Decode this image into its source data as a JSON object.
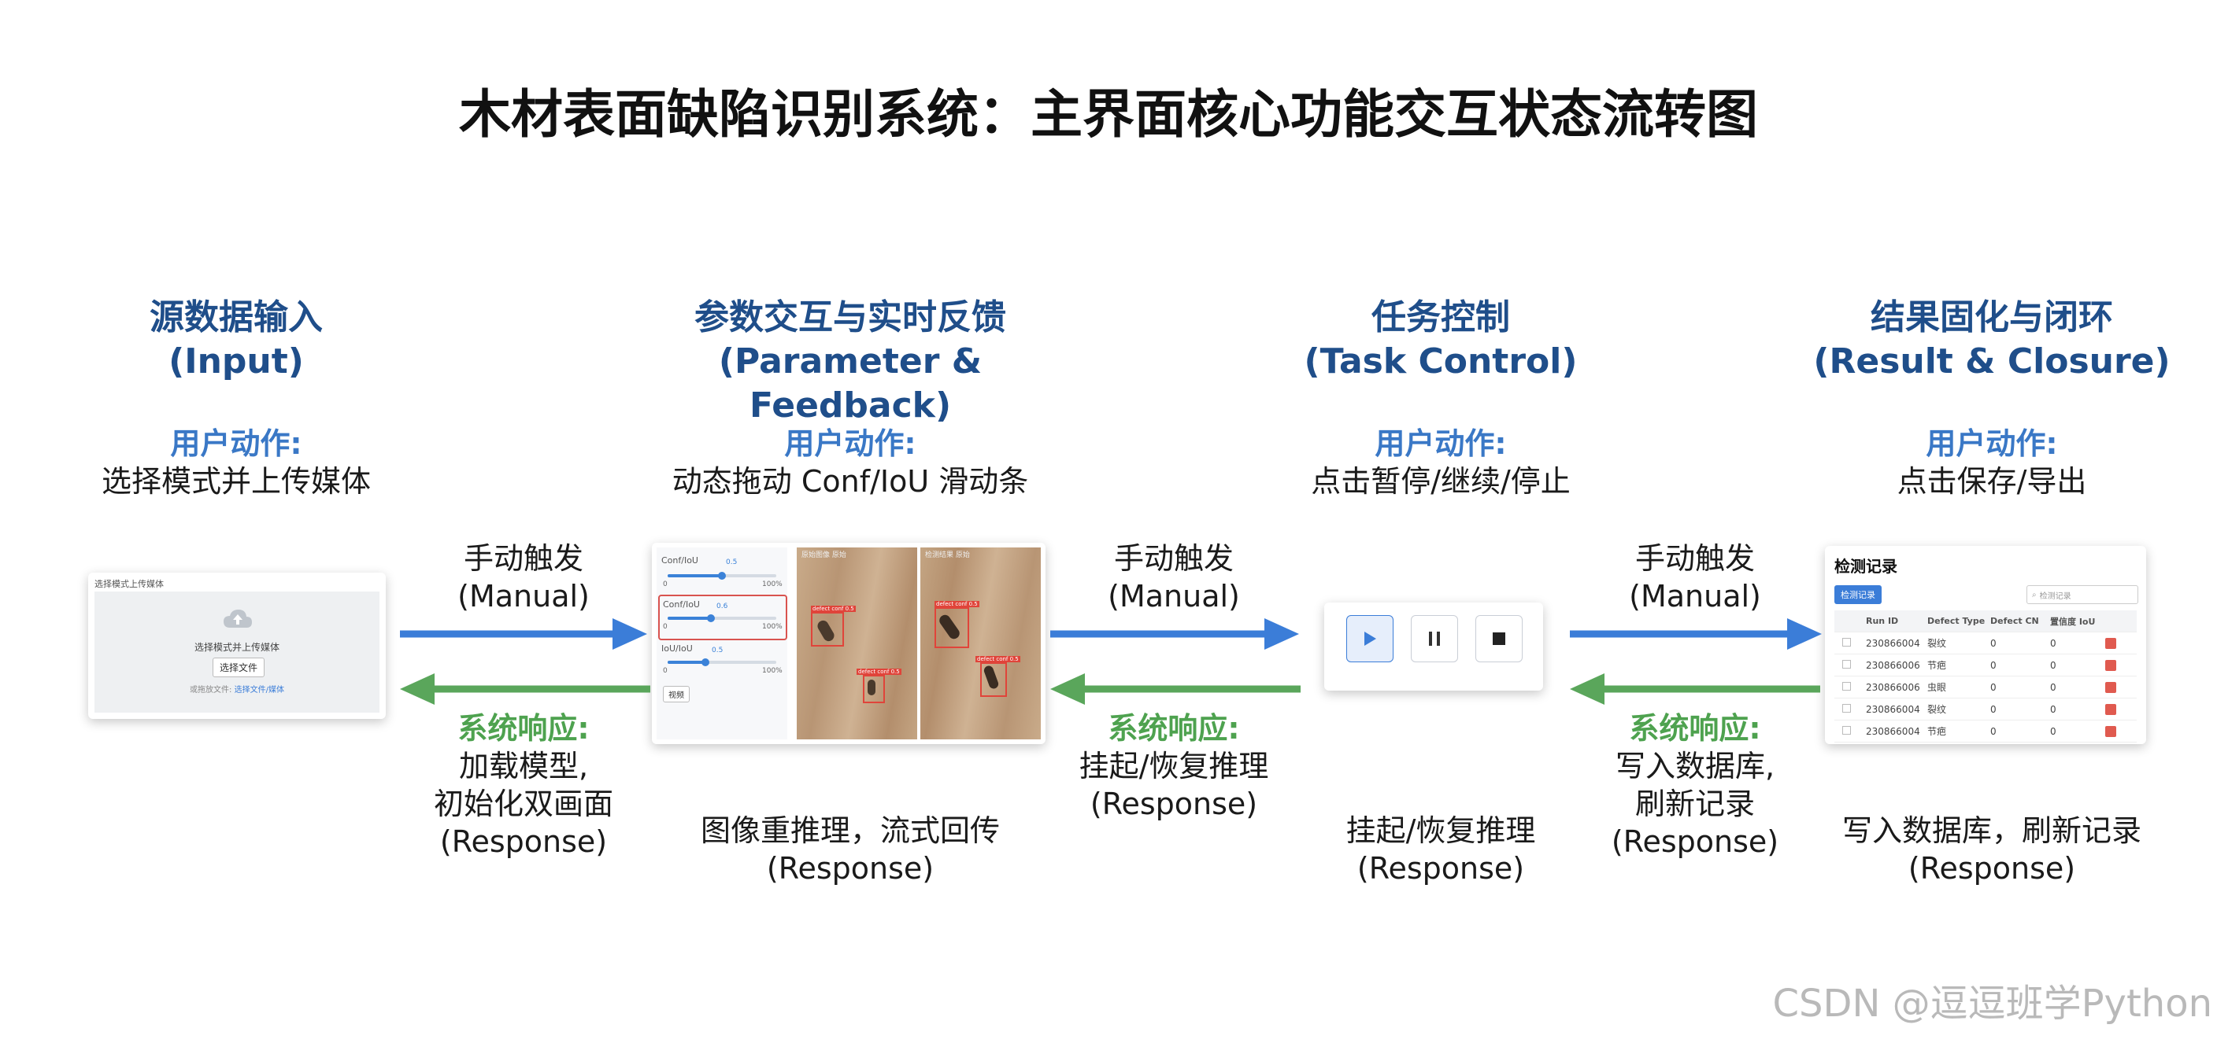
{
  "title": "木材表面缺陷识别系统：主界面核心功能交互状态流转图",
  "stages": [
    {
      "title_cn": "源数据输入",
      "title_en": "(Input)",
      "action_label": "用户动作:",
      "action_text": "选择模式并上传媒体"
    },
    {
      "title_cn": "参数交互与实时反馈",
      "title_en": "(Parameter & Feedback)",
      "action_label": "用户动作:",
      "action_text": "动态拖动 Conf/IoU 滑动条",
      "bottom_line1": "图像重推理，流式回传",
      "bottom_line2": "(Response)"
    },
    {
      "title_cn": "任务控制",
      "title_en": "(Task Control)",
      "action_label": "用户动作:",
      "action_text": "点击暂停/继续/停止",
      "bottom_line1": "挂起/恢复推理",
      "bottom_line2": "(Response)"
    },
    {
      "title_cn": "结果固化与闭环",
      "title_en": "(Result & Closure)",
      "action_label": "用户动作:",
      "action_text": "点击保存/导出",
      "bottom_line1": "写入数据库，刷新记录",
      "bottom_line2": "(Response)"
    }
  ],
  "transitions": [
    {
      "trigger_line1": "手动触发",
      "trigger_line2": "(Manual)",
      "response_label": "系统响应:",
      "response_line1": "加载模型,",
      "response_line2": "初始化双画面",
      "response_line3": "(Response)"
    },
    {
      "trigger_line1": "手动触发",
      "trigger_line2": "(Manual)",
      "response_label": "系统响应:",
      "response_line1": "挂起/恢复推理",
      "response_line2": "(Response)"
    },
    {
      "trigger_line1": "手动触发",
      "trigger_line2": "(Manual)",
      "response_label": "系统响应:",
      "response_line1": "写入数据库,",
      "response_line2": "刷新记录",
      "response_line3": "(Response)"
    }
  ],
  "mock_input": {
    "header": "选择模式上传媒体",
    "prompt": "选择模式并上传媒体",
    "button": "选择文件",
    "hint_prefix": "或拖放文件:",
    "hint_link": "选择文件/媒体"
  },
  "mock_params": {
    "sliders": [
      {
        "label": "Conf/IoU",
        "value_text": "0.5",
        "min": "0",
        "max": "100%",
        "fraction": 0.5
      },
      {
        "label": "Conf/IoU",
        "value_text": "0.6",
        "min": "0",
        "max": "100%",
        "fraction": 0.4
      },
      {
        "label": "IoU/IoU",
        "value_text": "0.5",
        "min": "0",
        "max": "100%",
        "fraction": 0.35
      }
    ],
    "button": "视频",
    "panel_left_label": "原始图像 原始",
    "panel_right_label": "检测结果 原始",
    "detect_label": "defect conf 0.5"
  },
  "mock_records": {
    "title": "检测记录",
    "tab": "检测记录",
    "search_placeholder": "检测记录",
    "columns": [
      "Run ID",
      "Defect Type",
      "Defect CN",
      "置信度 IoU"
    ],
    "rows": [
      [
        "230866004",
        "裂纹",
        "0",
        "0"
      ],
      [
        "230866006",
        "节疤",
        "0",
        "0"
      ],
      [
        "230866006",
        "虫眼",
        "0",
        "0"
      ],
      [
        "230866004",
        "裂纹",
        "0",
        "0"
      ],
      [
        "230866004",
        "节疤",
        "0",
        "0"
      ]
    ]
  },
  "colors": {
    "forward_arrow": "#3b7dd8",
    "backward_arrow": "#5aa65b",
    "stage_title": "#1f4e8a",
    "action_label": "#3a78c6",
    "response_label": "#4ea24f"
  },
  "icons": [
    "cloud-upload-icon",
    "play-icon",
    "pause-icon",
    "stop-icon",
    "search-icon",
    "delete-icon"
  ],
  "watermark": "CSDN @逗逗班学Python"
}
